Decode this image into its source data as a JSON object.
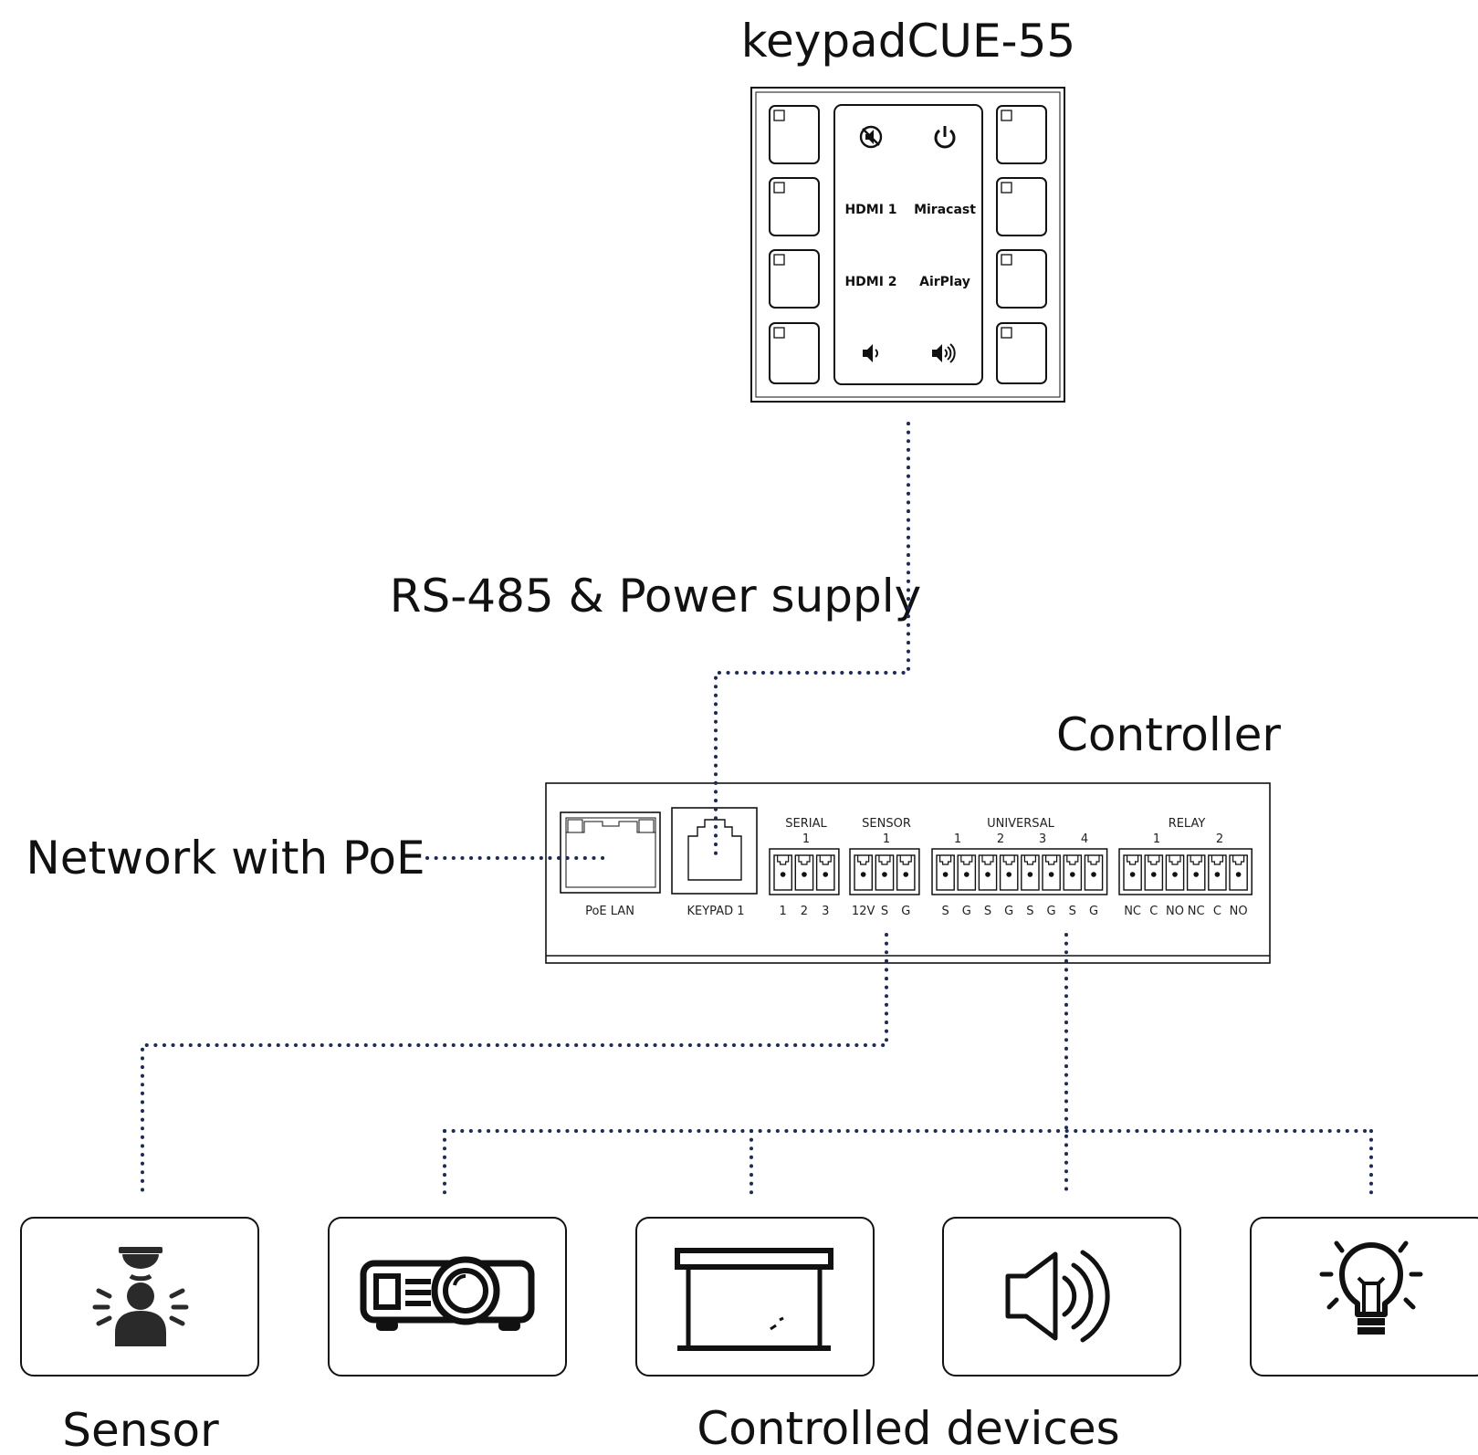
{
  "keypad": {
    "title": "keypadCUE-55",
    "buttons": [
      "HDMI 1",
      "Miracast",
      "HDMI 2",
      "AirPlay"
    ],
    "icons": [
      "mute-icon",
      "power-icon",
      "volume-down-icon",
      "volume-up-icon"
    ]
  },
  "link_label": "RS-485 & Power supply",
  "network_label": "Network with PoE",
  "controller": {
    "title": "Controller",
    "ports": {
      "poe_lan": "PoE LAN",
      "keypad": "KEYPAD 1",
      "serial": {
        "name": "SERIAL",
        "number": "1",
        "pins": [
          "1",
          "2",
          "3"
        ]
      },
      "sensor": {
        "name": "SENSOR",
        "number": "1",
        "pins": [
          "12V",
          "S",
          "G"
        ]
      },
      "universal": {
        "name": "UNIVERSAL",
        "numbers": [
          "1",
          "2",
          "3",
          "4"
        ],
        "pins": [
          "S",
          "G",
          "S",
          "G",
          "S",
          "G",
          "S",
          "G"
        ]
      },
      "relay": {
        "name": "RELAY",
        "numbers": [
          "1",
          "2"
        ],
        "pins": [
          "NC",
          "C",
          "NO",
          "NC",
          "C",
          "NO"
        ]
      }
    }
  },
  "devices": {
    "sensor_label": "Sensor",
    "controlled_label": "Controlled devices",
    "icons": [
      "sensor-icon",
      "projector-icon",
      "screen-icon",
      "speaker-icon",
      "light-bulb-icon"
    ]
  },
  "colors": {
    "wire": "#1c2a55",
    "outline": "#111111"
  }
}
